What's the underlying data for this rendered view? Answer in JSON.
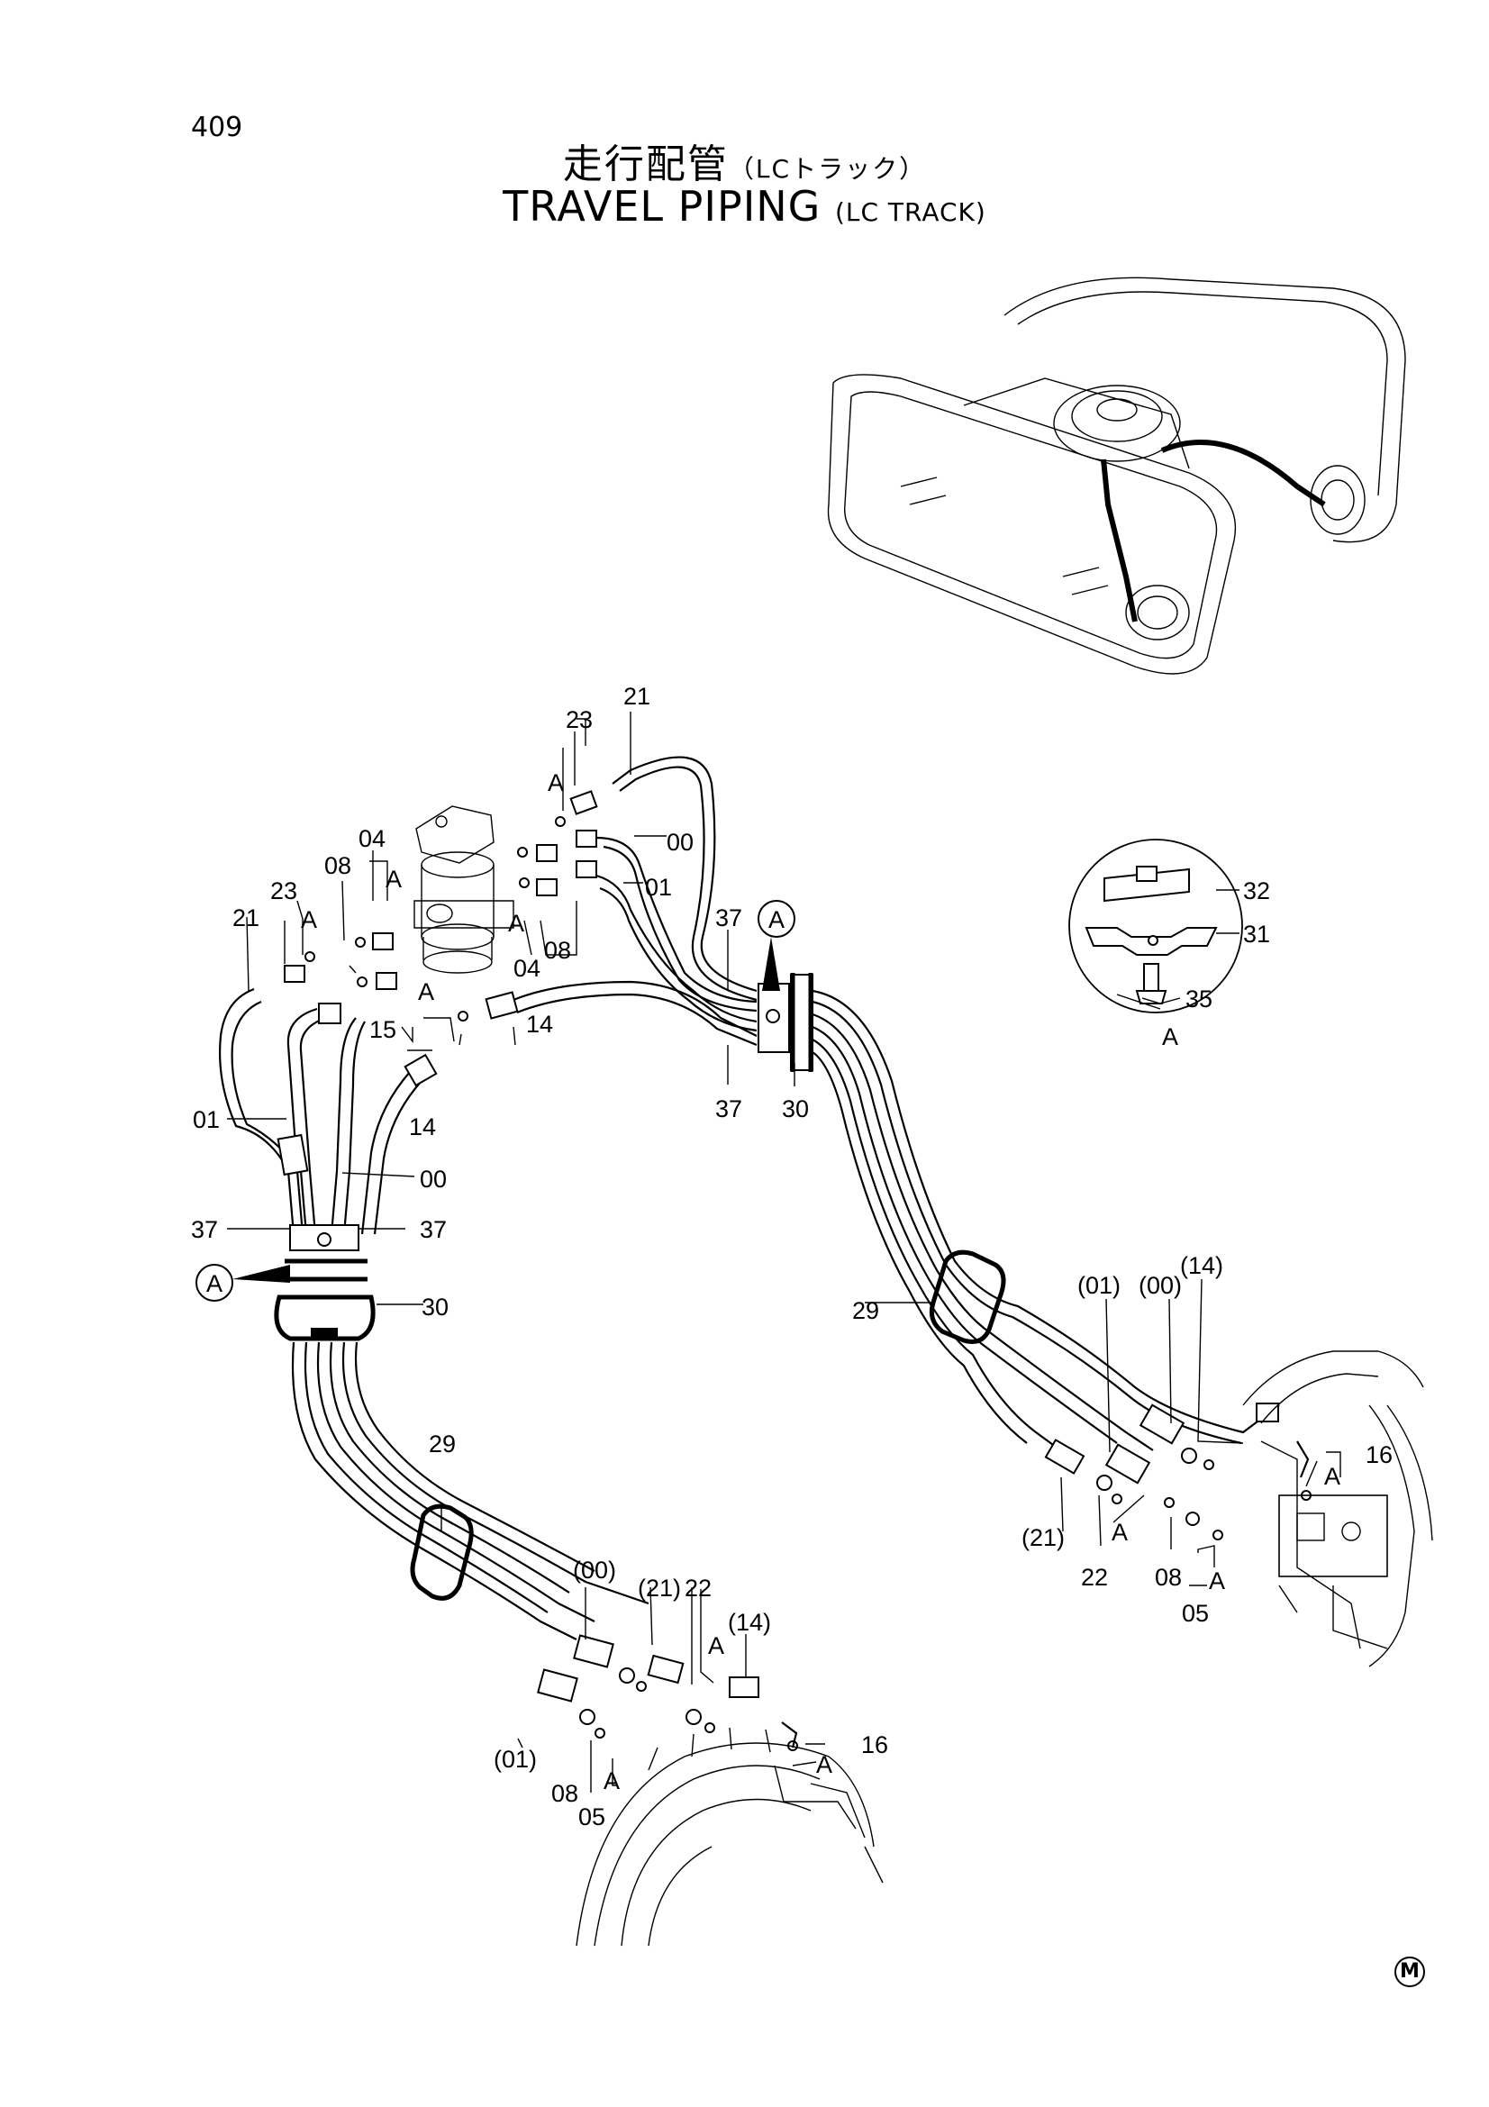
{
  "page_number": "409",
  "title": {
    "jp_main": "走行配管",
    "jp_sub": "（LCトラック）",
    "en_main": "TRAVEL PIPING",
    "en_sub": "(LC TRACK)"
  },
  "corner_mark": "M",
  "detail_marker": "A",
  "callouts": {
    "c21_top": "21",
    "c23_top": "23",
    "cA_top": "A",
    "c00_top": "00",
    "c01_top": "01",
    "c04_a": "04",
    "c08_a": "08",
    "cA_mid": "A",
    "c04_b": "04",
    "c08_b": "08",
    "cA_b": "A",
    "c23_l": "23",
    "c21_l": "21",
    "cA_l": "A",
    "c15": "15",
    "cA_15": "A",
    "c14_a": "14",
    "c14_b": "14",
    "c37_top": "37",
    "c37_bot": "37",
    "c30_top": "30",
    "c01_l": "01",
    "c00_l": "00",
    "c37_l": "37",
    "c37_r": "37",
    "c30_l": "30",
    "c32": "32",
    "c31": "31",
    "c35": "35",
    "cA_detail": "A",
    "c29_r": "29",
    "c01_r": "(01)",
    "c00_r": "(00)",
    "c14_r": "(14)",
    "c16_r": "16",
    "cA_16r": "A",
    "c21_r": "(21)",
    "c22_r": "22",
    "cA_22r": "A",
    "c08_r": "08",
    "c05_r": "05",
    "cA_05r": "A",
    "c29_b": "29",
    "c00_b": "(00)",
    "c21_b": "(21)",
    "c22_b": "22",
    "cA_22b": "A",
    "c14_b2": "(14)",
    "c16_b": "16",
    "cA_16b": "A",
    "c01_b": "(01)",
    "c08_b2": "08",
    "cA_05b": "A",
    "c05_b": "05"
  }
}
